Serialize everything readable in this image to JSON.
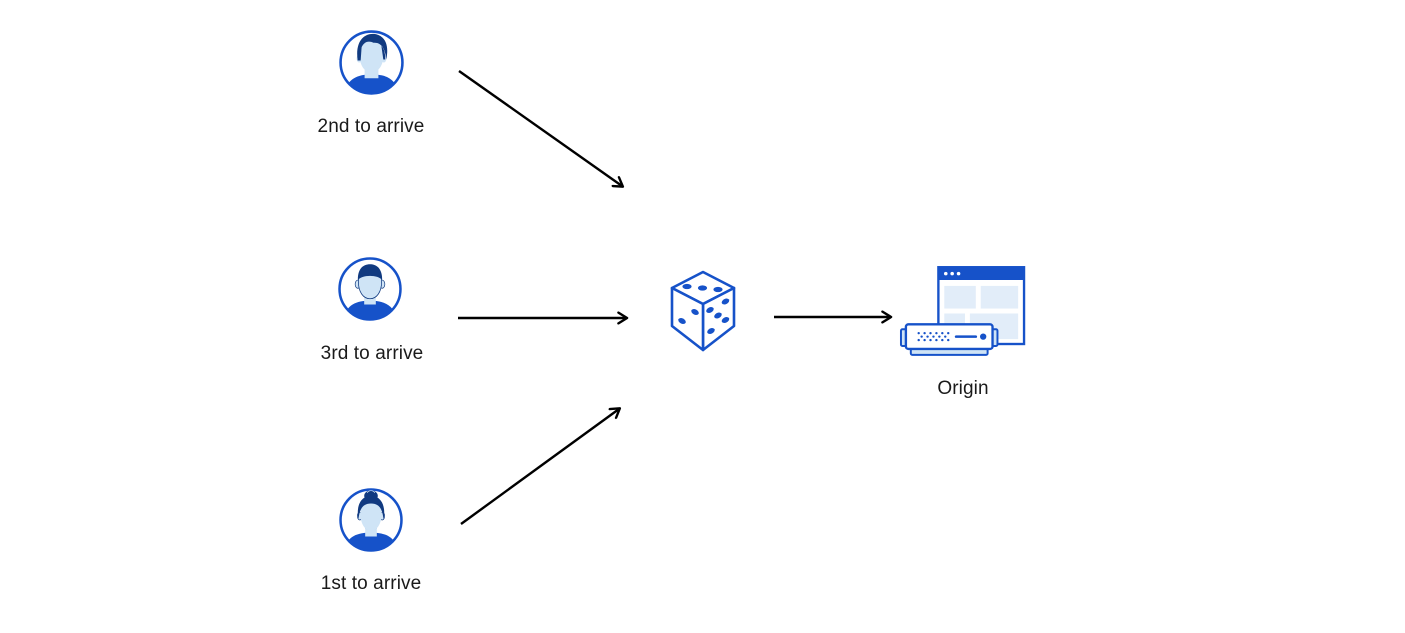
{
  "diagram": {
    "title": "visitors-random-routing-to-origin",
    "nodes": [
      {
        "id": "visitor-second",
        "label": "2nd to arrive",
        "icon": "user-avatar-male-swoosh-hair-icon"
      },
      {
        "id": "visitor-third",
        "label": "3rd to arrive",
        "icon": "user-avatar-male-short-hair-icon"
      },
      {
        "id": "visitor-first",
        "label": "1st to arrive",
        "icon": "user-avatar-female-bun-hair-icon"
      },
      {
        "id": "randomizer",
        "label": "",
        "icon": "dice-icon"
      },
      {
        "id": "origin",
        "label": "Origin",
        "icon": "origin-server-browser-icon"
      }
    ],
    "edges": [
      {
        "from": "visitor-second",
        "to": "randomizer"
      },
      {
        "from": "visitor-third",
        "to": "randomizer"
      },
      {
        "from": "visitor-first",
        "to": "randomizer"
      },
      {
        "from": "randomizer",
        "to": "origin"
      }
    ]
  },
  "colors": {
    "icon_blue": "#1652c9",
    "icon_dark_navy": "#113a80",
    "icon_light_blue": "#cfe4f6",
    "panel_light_blue": "#e2edf9",
    "arrow_black": "#000000",
    "label_text": "#1a1a1a",
    "background": "#ffffff"
  }
}
